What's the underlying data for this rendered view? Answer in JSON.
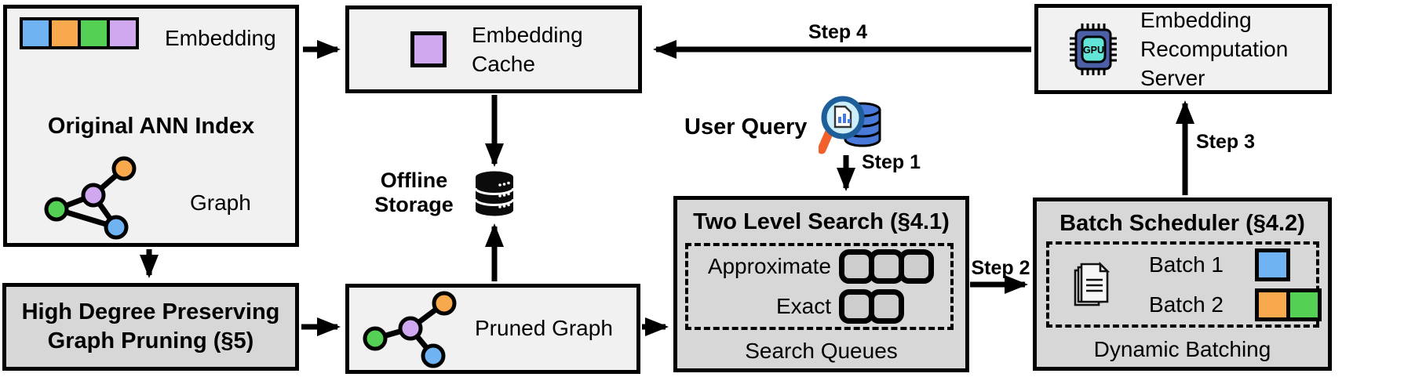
{
  "colors": {
    "blue": "#6fb3f3",
    "orange": "#f8a94e",
    "green": "#54d054",
    "purple": "#cfa8f0",
    "light_box": "#f1f1f1",
    "dark_box": "#d7d7d7",
    "queue_fill": "#cdcdcd",
    "gpu_outer": "#4c60a8",
    "gpu_inner": "#62e4d6",
    "query_db_blue": "#4a7ad9",
    "lens_blue": "#cdeefb",
    "rim_blue": "#1e5f9b",
    "handle_orange": "#f2612b"
  },
  "original_index": {
    "title": "Original ANN Index",
    "embedding_label": "Embedding",
    "graph_label": "Graph",
    "embedding_cells": [
      "blue",
      "orange",
      "green",
      "purple"
    ]
  },
  "embedding_cache": {
    "label": "Embedding Cache"
  },
  "offline_storage": {
    "label": "Offline Storage"
  },
  "pruned_graph": {
    "label": "Pruned Graph"
  },
  "graph_pruning": {
    "line1": "High Degree Preserving",
    "line2": "Graph Pruning (§5)"
  },
  "user_query": {
    "label": "User Query"
  },
  "two_level_search": {
    "title": "Two Level Search (§4.1)",
    "rows": [
      {
        "label": "Approximate",
        "queues": 3
      },
      {
        "label": "Exact",
        "queues": 2
      }
    ],
    "footer": "Search Queues"
  },
  "batch_scheduler": {
    "title": "Batch Scheduler (§4.2)",
    "batches": [
      {
        "label": "Batch 1",
        "cells": [
          "blue"
        ]
      },
      {
        "label": "Batch 2",
        "cells": [
          "orange",
          "green"
        ]
      }
    ],
    "footer": "Dynamic Batching"
  },
  "recomputation_server": {
    "label": "Embedding Recomputation Server",
    "chip_label": "GPU"
  },
  "steps": {
    "step1": "Step 1",
    "step2": "Step 2",
    "step3": "Step 3",
    "step4": "Step 4"
  },
  "icons": {
    "offline_storage": "database-icon",
    "user_query": "magnifier-database-icon",
    "recomputation_server": "gpu-chip-icon",
    "batch_scheduler": "documents-icon"
  }
}
